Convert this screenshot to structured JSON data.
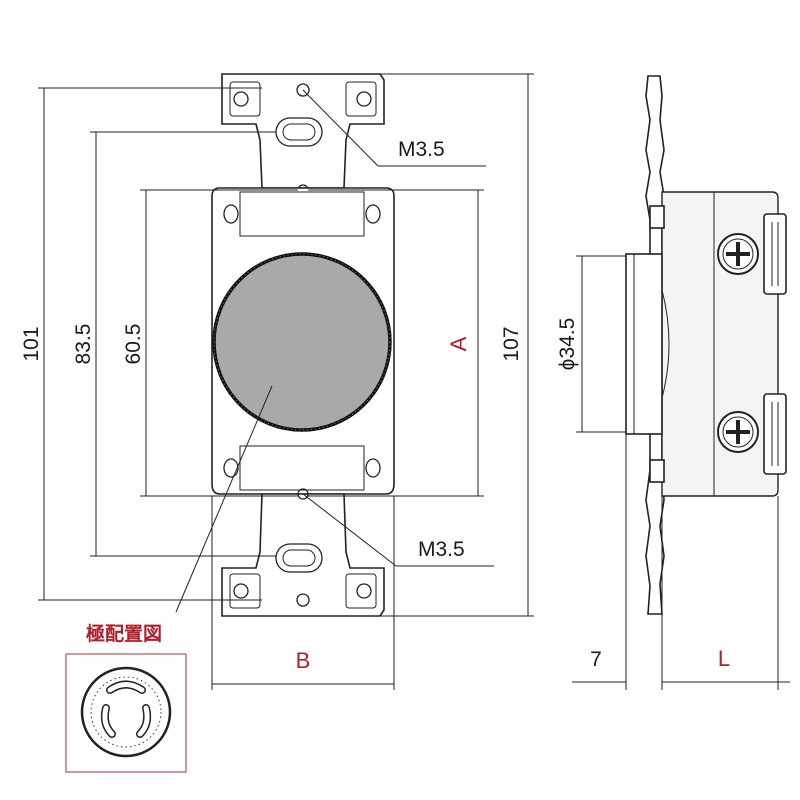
{
  "front_view": {
    "screw_top": "M3.5",
    "screw_bottom": "M3.5",
    "height_overall": "101",
    "height_mid": "83.5",
    "height_inner": "60.5",
    "height_right": "107",
    "var_a": "A",
    "var_b": "B"
  },
  "side_view": {
    "diameter": "ϕ34.5",
    "depth": "7",
    "var_l": "L"
  },
  "pole_diagram": {
    "title": "極配置図"
  },
  "colors": {
    "accent_red": "#b0202a",
    "face_gray": "#a9a9a9"
  }
}
